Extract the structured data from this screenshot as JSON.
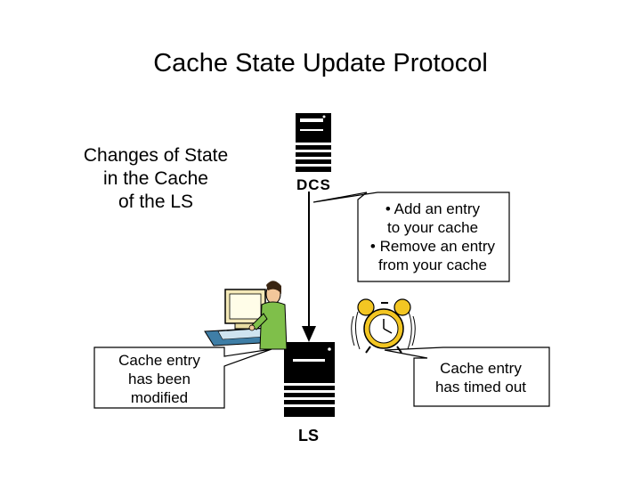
{
  "title": "Cache State Update Protocol",
  "changes_label": [
    "Changes of State",
    "in the Cache",
    "of the LS"
  ],
  "nodes": {
    "dcs": "DCS",
    "ls": "LS"
  },
  "dcs_callout": [
    "• Add an entry",
    "to your cache",
    "• Remove an entry",
    "from your cache"
  ],
  "modified_callout": [
    "Cache entry",
    "has been",
    "modified"
  ],
  "timeout_callout": [
    "Cache entry",
    "has timed out"
  ]
}
